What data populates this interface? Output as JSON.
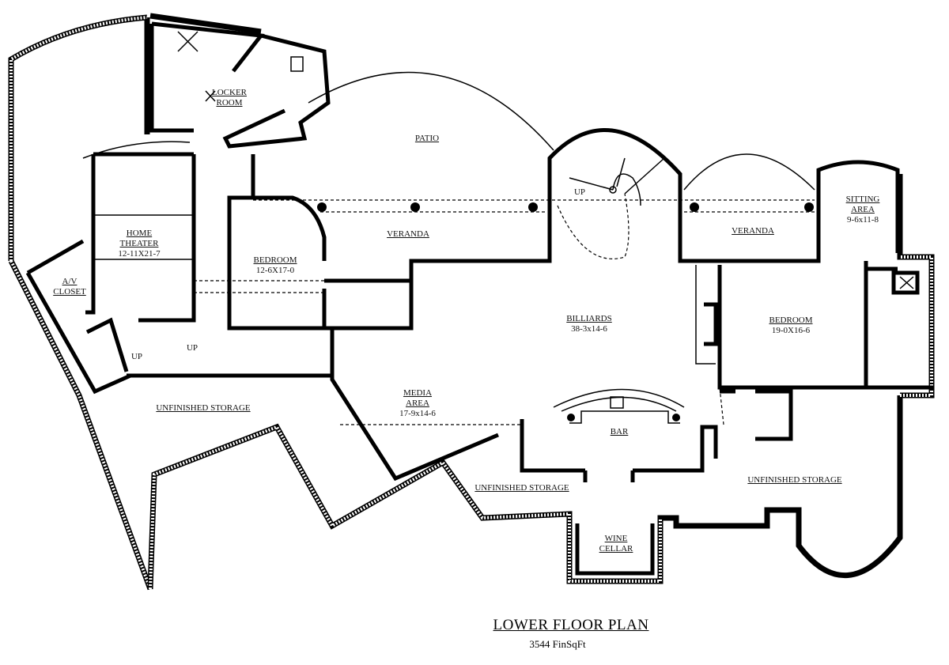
{
  "plan": {
    "title": "LOWER FLOOR PLAN",
    "area": "3544 FinSqFt"
  },
  "rooms": {
    "locker_room": {
      "l1": "LOCKER",
      "l2": "ROOM"
    },
    "patio": {
      "name": "PATIO"
    },
    "home_theater": {
      "l1": "HOME",
      "l2": "THEATER",
      "size": "12-11X21-7"
    },
    "bedroom_left": {
      "name": "BEDROOM",
      "size": "12-6X17-0"
    },
    "veranda_left": {
      "name": "VERANDA"
    },
    "av_closet": {
      "l1": "A/V",
      "l2": "CLOSET"
    },
    "billiards": {
      "name": "BILLIARDS",
      "size": "38-3x14-6"
    },
    "veranda_right": {
      "name": "VERANDA"
    },
    "sitting_area": {
      "l1": "SITTING",
      "l2": "AREA",
      "size": "9-6x11-8"
    },
    "bedroom_right": {
      "name": "BEDROOM",
      "size": "19-0X16-6"
    },
    "storage_left": {
      "name": "UNFINISHED STORAGE"
    },
    "media_area": {
      "l1": "MEDIA",
      "l2": "AREA",
      "size": "17-9x14-6"
    },
    "bar": {
      "name": "BAR"
    },
    "storage_center": {
      "name": "UNFINISHED STORAGE"
    },
    "storage_right": {
      "name": "UNFINISHED STORAGE"
    },
    "wine_cellar": {
      "l1": "WINE",
      "l2": "CELLAR"
    }
  },
  "stairs": {
    "up_left": "UP",
    "up_arrow": "UP",
    "up_spiral": "UP"
  }
}
